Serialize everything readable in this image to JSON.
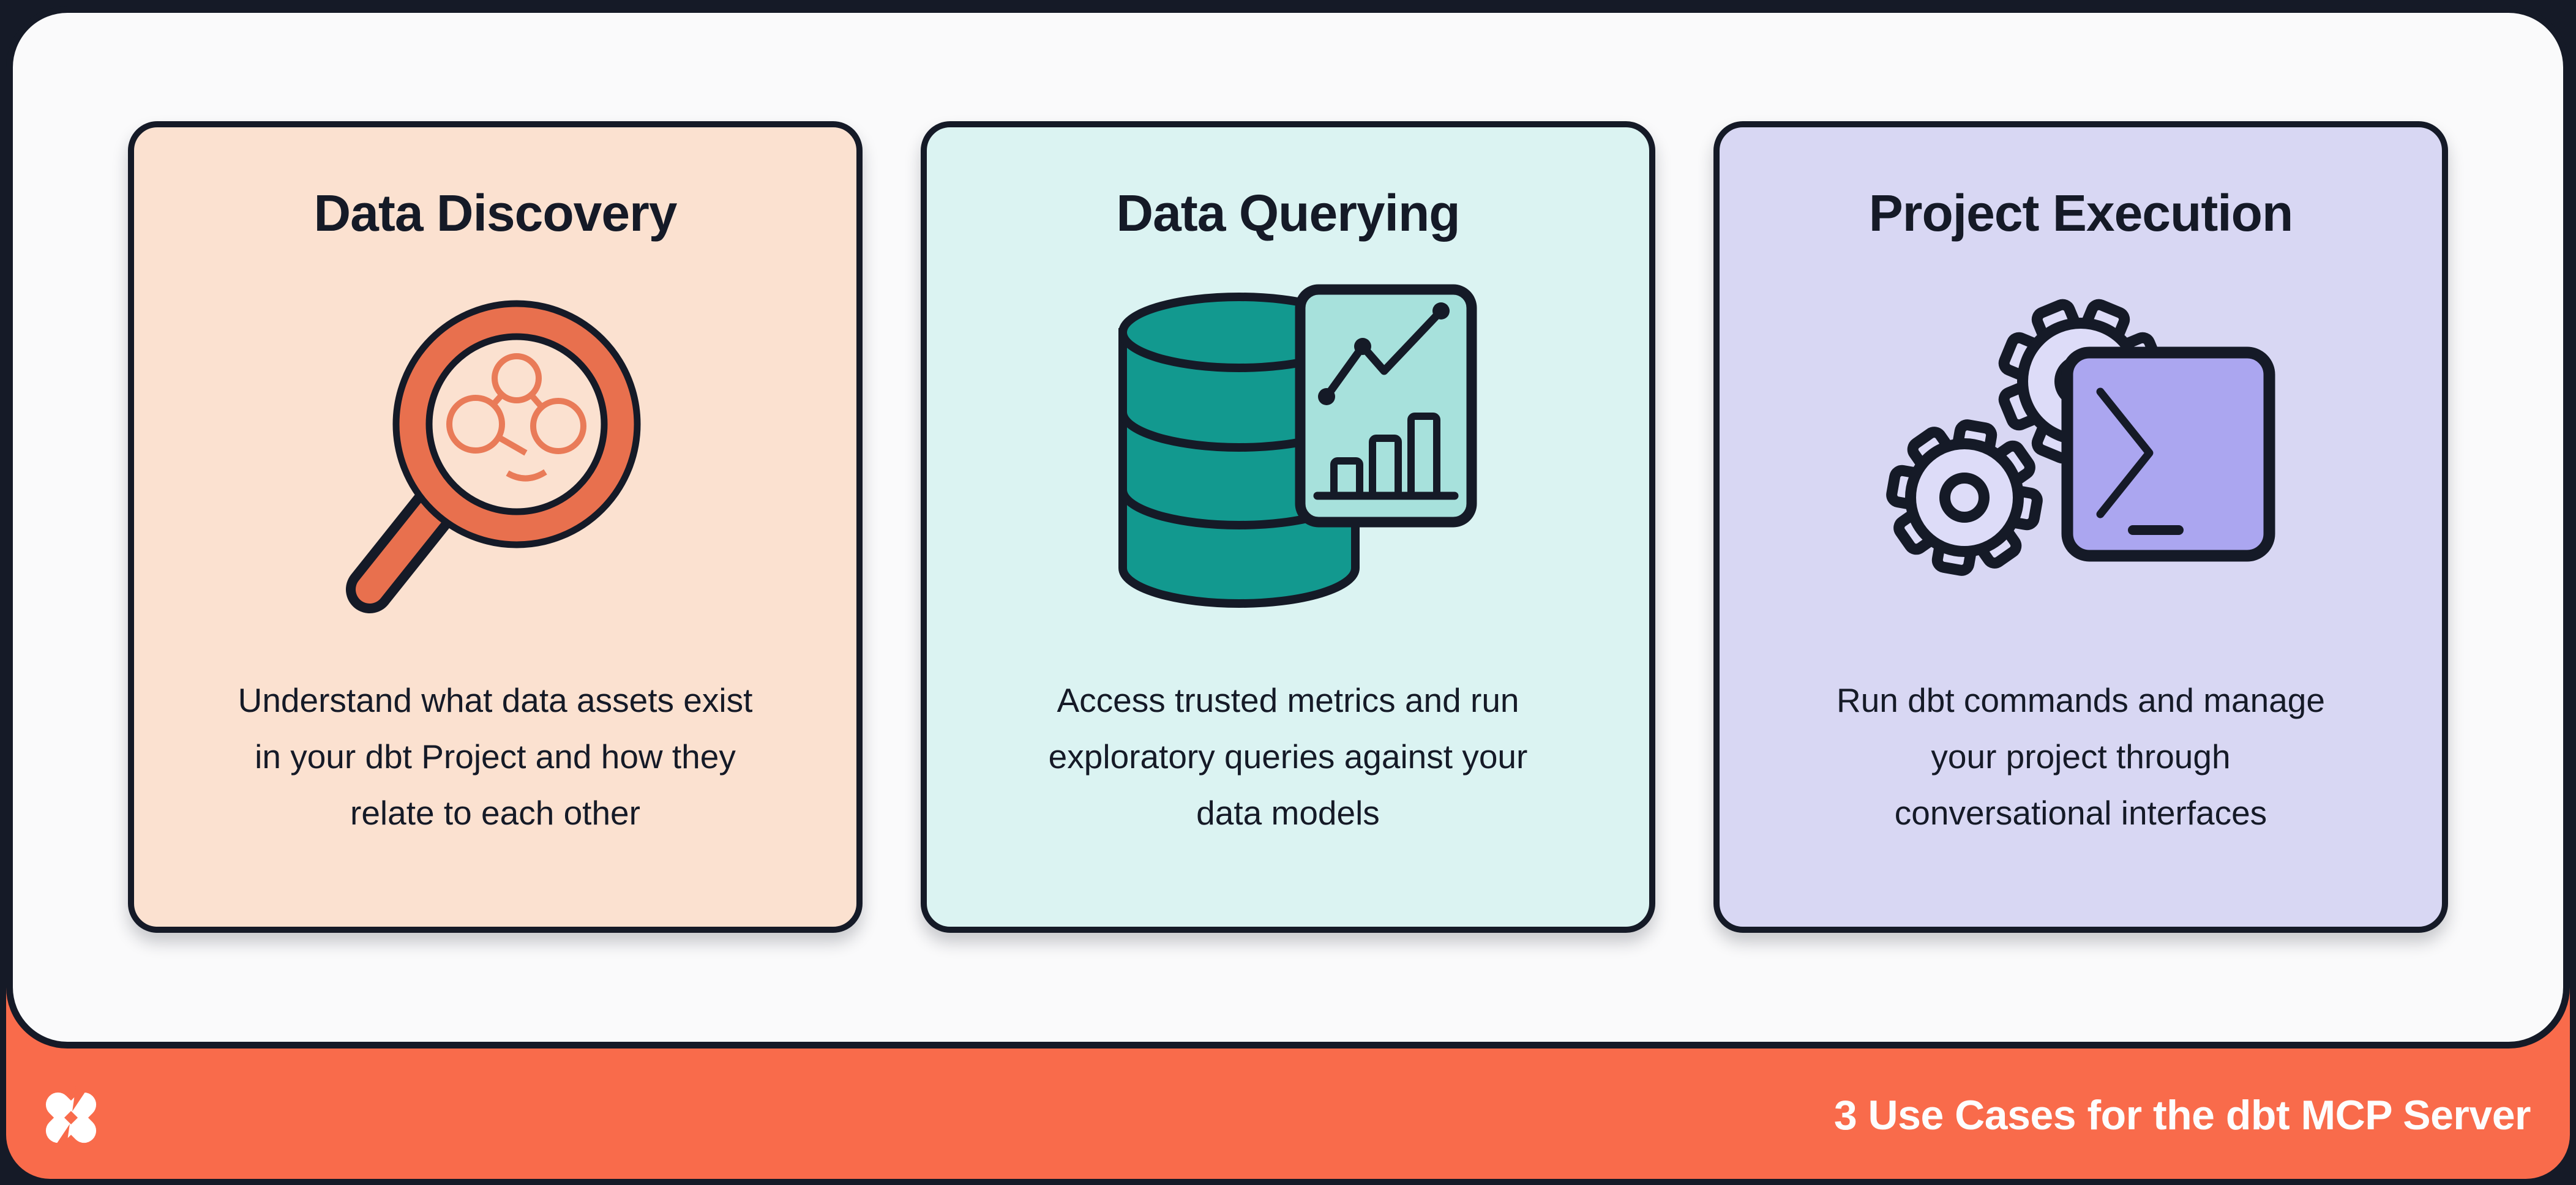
{
  "page": {
    "background": "#151A27",
    "panel_background": "#FAFAFB",
    "ink": "#151A27",
    "accent_orange": "#F96B4B"
  },
  "cards": [
    {
      "title": "Data Discovery",
      "body": "Understand what data assets exist\nin your dbt Project and how they\nrelate to each other",
      "background": "#FBE1D0",
      "icon": "magnifier-lineage-icon",
      "icon_colors": {
        "ring": "#E8704E",
        "nodes": "#E97B58",
        "outline": "#151A27"
      }
    },
    {
      "title": "Data Querying",
      "body": "Access trusted metrics and run\nexploratory queries against your\ndata models",
      "background": "#DBF3F2",
      "icon": "database-chart-icon",
      "icon_colors": {
        "cylinder": "#12998F",
        "chart_panel": "#A7E1DC",
        "outline": "#151A27"
      }
    },
    {
      "title": "Project Execution",
      "body": "Run dbt commands and manage\nyour project through\nconversational interfaces",
      "background": "#D8D7F3",
      "icon": "gears-terminal-icon",
      "icon_colors": {
        "gears": "#DDDCF8",
        "terminal": "#ABA6F0",
        "outline": "#151A27"
      }
    }
  ],
  "footer": {
    "label": "3 Use Cases for the dbt MCP Server",
    "logo": "dbt-logo",
    "background": "#F96B4B",
    "text_color": "#FDFDFD"
  }
}
